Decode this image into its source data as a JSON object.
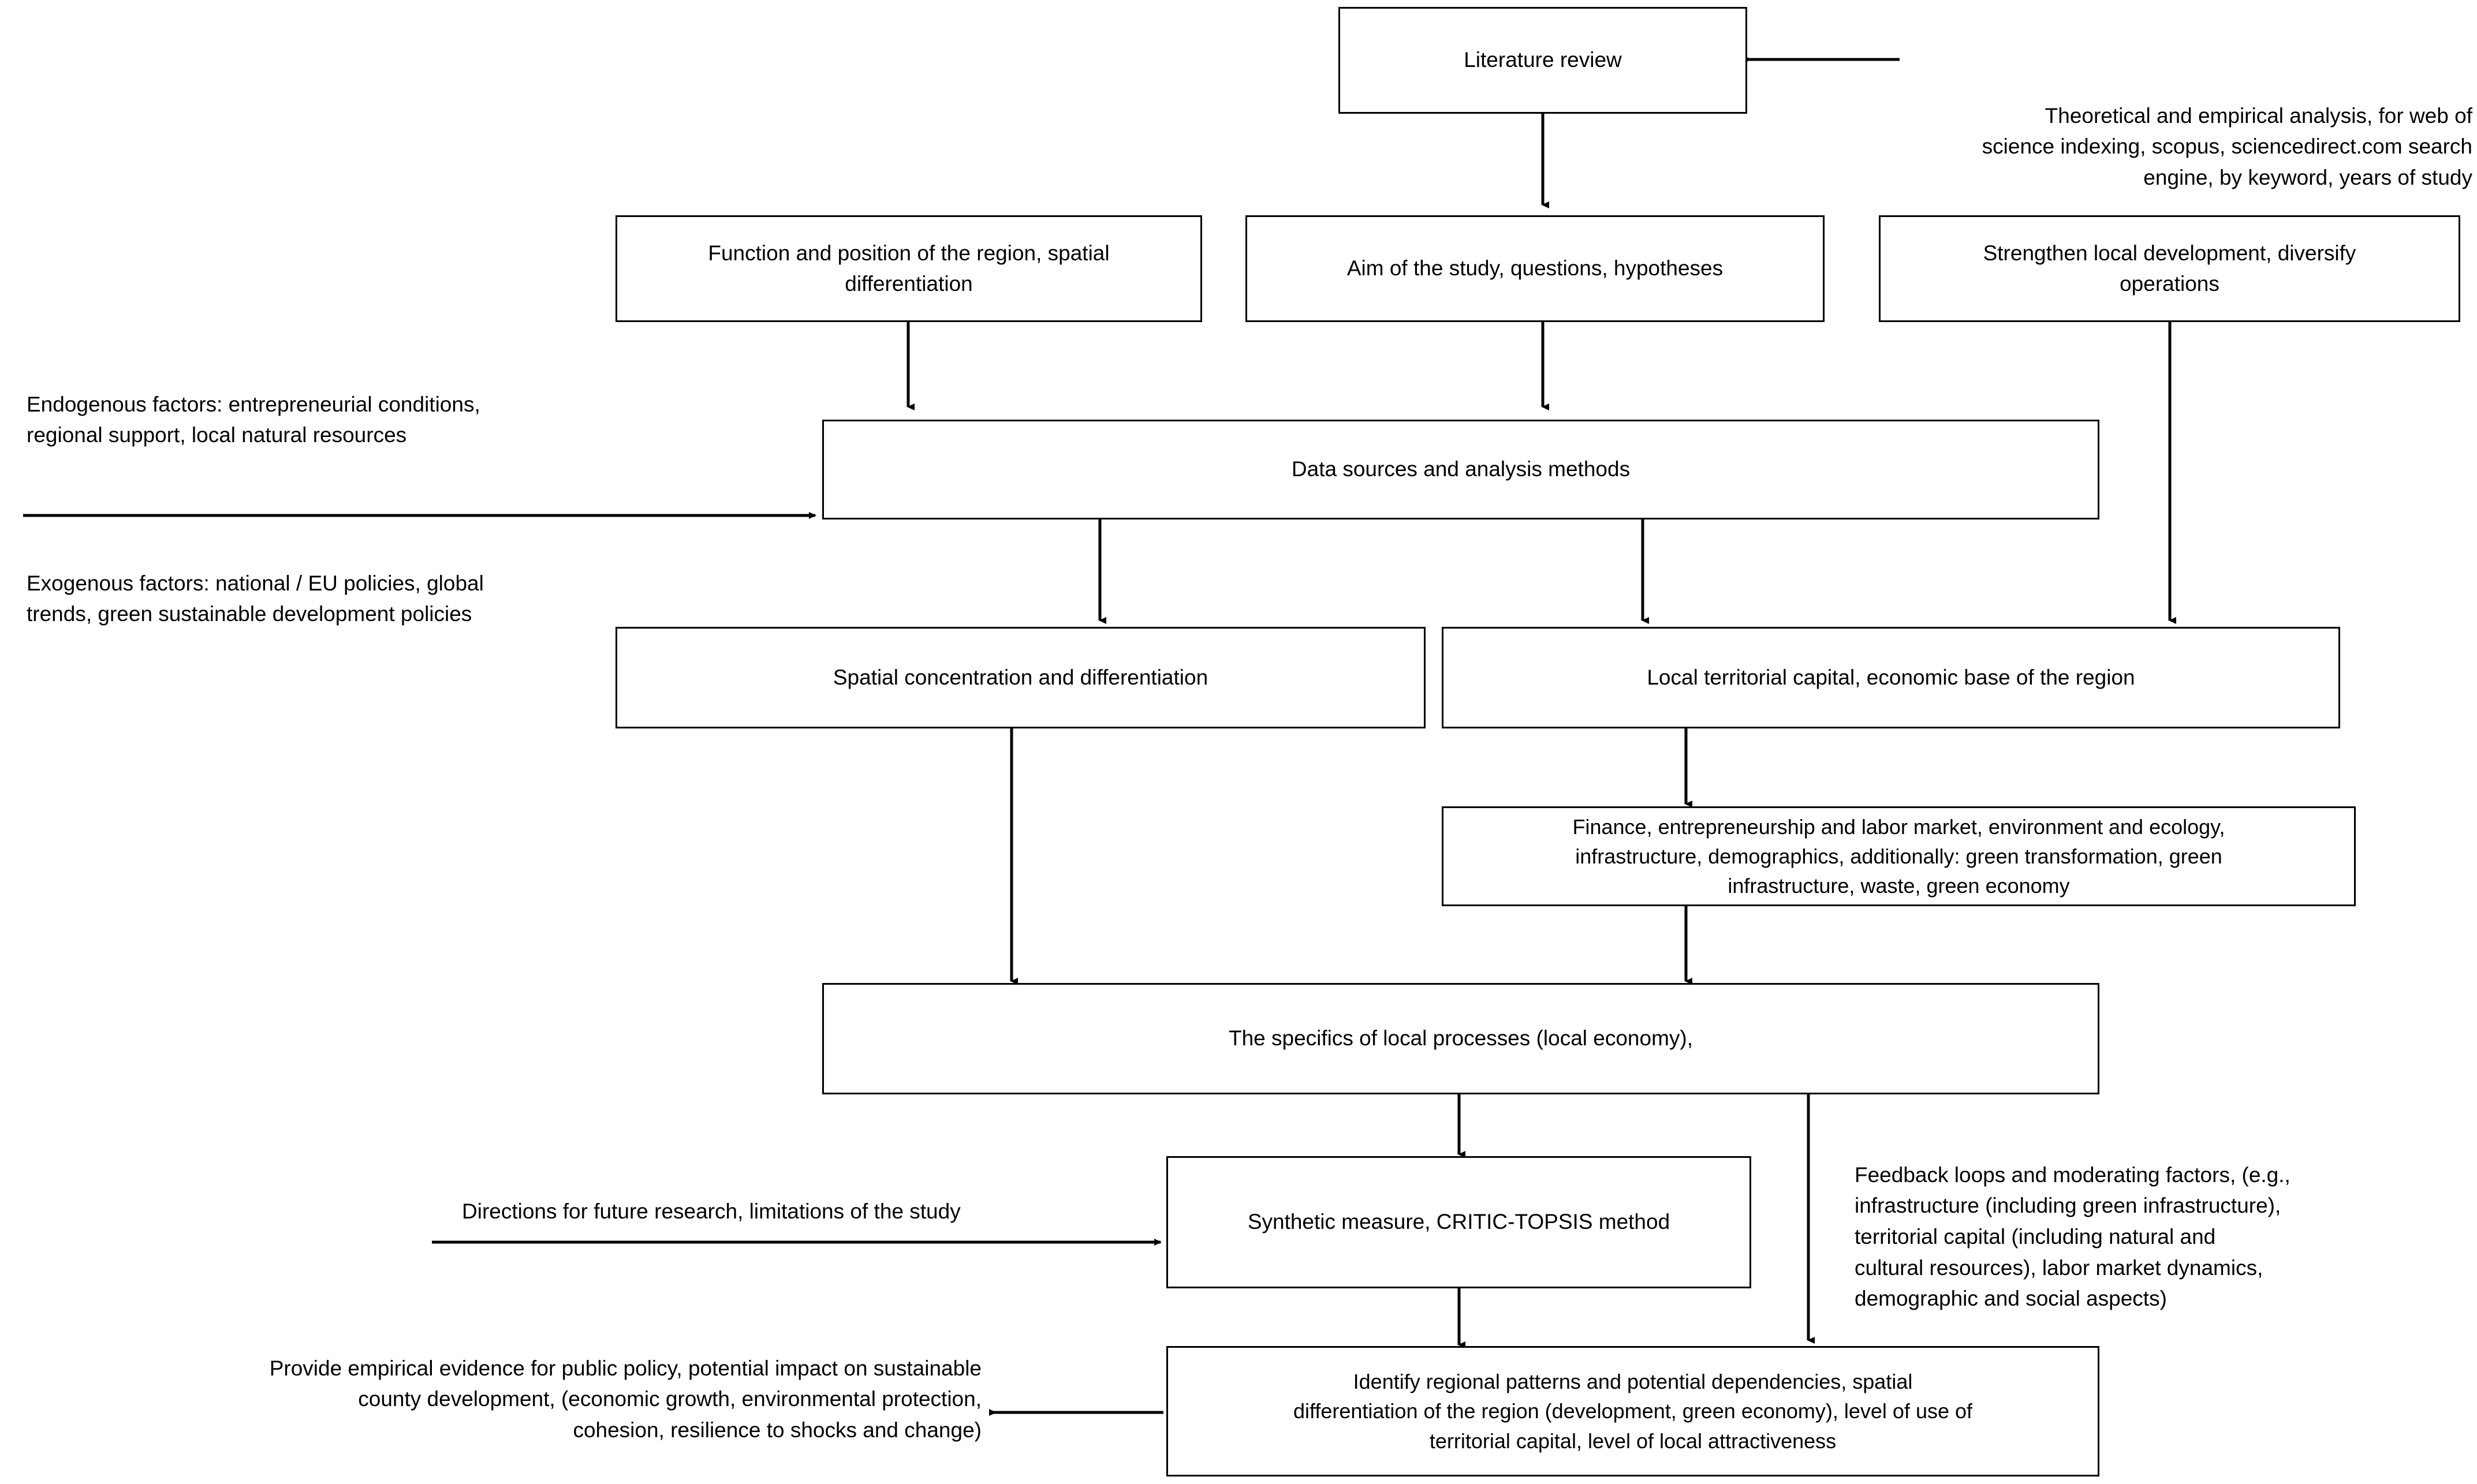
{
  "diagram": {
    "title": "Research framework flowchart",
    "line_color": "#000000",
    "background": "#ffffff",
    "nodes": [
      {
        "id": "literature-review",
        "label": "Literature review"
      },
      {
        "id": "function-position-region",
        "label": "Function and position of the region, spatial\ndifferentiation"
      },
      {
        "id": "aim-of-study",
        "label": "Aim of the study, questions, hypotheses"
      },
      {
        "id": "strengthen-local-development",
        "label": "Strengthen  local development, diversify\noperations"
      },
      {
        "id": "data-sources-methods",
        "label": "Data sources and analysis methods"
      },
      {
        "id": "spatial-concentration",
        "label": "Spatial concentration and differentiation"
      },
      {
        "id": "local-territorial-capital",
        "label": "Local territorial capital, economic base of the region"
      },
      {
        "id": "finance-entrepreneurship",
        "label": "Finance, entrepreneurship and labor market, environment and ecology,\ninfrastructure, demographics, additionally: green transformation, green\ninfrastructure, waste, green economy"
      },
      {
        "id": "specifics-local-processes",
        "label": "The specifics of local processes (local economy),"
      },
      {
        "id": "synthetic-measure",
        "label": "Synthetic measure, CRITIC-TOPSIS method"
      },
      {
        "id": "identify-regional-patterns",
        "label": "Identify regional patterns and potential dependencies, spatial\ndifferentiation of the region (development, green economy), level of use of\nterritorial capital, level of local attractiveness"
      }
    ],
    "notes": [
      {
        "id": "theoretical-empirical-note",
        "label": "Theoretical and empirical analysis, for web of\nscience indexing, scopus, sciencedirect.com search\nengine, by keyword, years of study"
      },
      {
        "id": "endogenous-factors-note",
        "label": "Endogenous factors: entrepreneurial  conditions,\nregional support,  local natural resources"
      },
      {
        "id": "exogenous-factors-note",
        "label": "Exogenous factors: national / EU policies, global\ntrends, green sustainable  development policies"
      },
      {
        "id": "feedback-loops-note",
        "label": "Feedback loops and moderating factors, (e.g.,\ninfrastructure  (including green infrastructure),\nterritorial capital (including natural and\ncultural resources), labor market dynamics,\ndemographic  and social aspects)"
      },
      {
        "id": "future-research-note",
        "label": "Directions for future research, limitations  of the study"
      },
      {
        "id": "empirical-evidence-note",
        "label": "Provide empirical evidence for public policy, potential impact on sustainable\ncounty development, (economic growth, environmental protection,\ncohesion, resilience to shocks and change)"
      }
    ],
    "edges": [
      {
        "id": "edge-theoretical-to-literature",
        "from": "theoretical-empirical-note",
        "to": "literature-review",
        "direction": "left"
      },
      {
        "id": "edge-literature-to-aim",
        "from": "literature-review",
        "to": "aim-of-study",
        "direction": "down"
      },
      {
        "id": "edge-function-to-data",
        "from": "function-position-region",
        "to": "data-sources-methods",
        "direction": "down"
      },
      {
        "id": "edge-aim-to-data",
        "from": "aim-of-study",
        "to": "data-sources-methods",
        "direction": "down"
      },
      {
        "id": "edge-strengthen-to-territorial",
        "from": "strengthen-local-development",
        "to": "local-territorial-capital",
        "direction": "down"
      },
      {
        "id": "edge-factors-to-data",
        "from": "exogenous-factors-note",
        "to": "data-sources-methods",
        "direction": "right"
      },
      {
        "id": "edge-data-to-spatial",
        "from": "data-sources-methods",
        "to": "spatial-concentration",
        "direction": "down"
      },
      {
        "id": "edge-data-to-territorial",
        "from": "data-sources-methods",
        "to": "local-territorial-capital",
        "direction": "down"
      },
      {
        "id": "edge-territorial-to-finance",
        "from": "local-territorial-capital",
        "to": "finance-entrepreneurship",
        "direction": "down"
      },
      {
        "id": "edge-spatial-to-specifics",
        "from": "spatial-concentration",
        "to": "specifics-local-processes",
        "direction": "down"
      },
      {
        "id": "edge-finance-to-specifics",
        "from": "finance-entrepreneurship",
        "to": "specifics-local-processes",
        "direction": "down"
      },
      {
        "id": "edge-specifics-to-synthetic",
        "from": "specifics-local-processes",
        "to": "synthetic-measure",
        "direction": "down"
      },
      {
        "id": "edge-future-research-to-synthetic",
        "from": "future-research-note",
        "to": "synthetic-measure",
        "direction": "right"
      },
      {
        "id": "edge-synthetic-to-identify",
        "from": "synthetic-measure",
        "to": "identify-regional-patterns",
        "direction": "down"
      },
      {
        "id": "edge-specifics-to-identify",
        "from": "specifics-local-processes",
        "to": "identify-regional-patterns",
        "direction": "down"
      },
      {
        "id": "edge-identify-to-evidence",
        "from": "identify-regional-patterns",
        "to": "empirical-evidence-note",
        "direction": "left"
      }
    ]
  }
}
